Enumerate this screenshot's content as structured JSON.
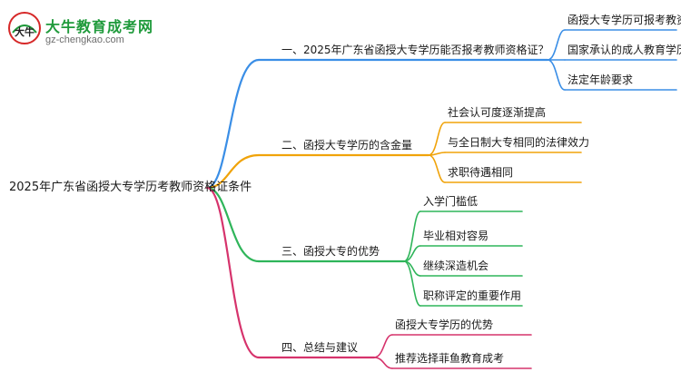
{
  "logo": {
    "title": "大牛教育成考网",
    "url": "gz-chengkao.com",
    "mark_text": "大牛"
  },
  "root": {
    "label": "2025年广东省函授大专学历考教师资格证条件"
  },
  "colors": {
    "branch1": "#3a8ee6",
    "branch2": "#f0a30a",
    "branch3": "#2fb55a",
    "branch4": "#d6336c",
    "logo_green": "#1f9a3b",
    "logo_red": "#d62828"
  },
  "branches": [
    {
      "label": "一、2025年广东省函授大专学历能否报考教师资格证？",
      "children": [
        "函授大专学历可报考教资",
        "国家承认的成人教育学历",
        "法定年龄要求"
      ]
    },
    {
      "label": "二、函授大专学历的含金量",
      "children": [
        "社会认可度逐渐提高",
        "与全日制大专相同的法律效力",
        "求职待遇相同"
      ]
    },
    {
      "label": "三、函授大专的优势",
      "children": [
        "入学门槛低",
        "毕业相对容易",
        "继续深造机会",
        "职称评定的重要作用"
      ]
    },
    {
      "label": "四、总结与建议",
      "children": [
        "函授大专学历的优势",
        "推荐选择菲鱼教育成考"
      ]
    }
  ]
}
